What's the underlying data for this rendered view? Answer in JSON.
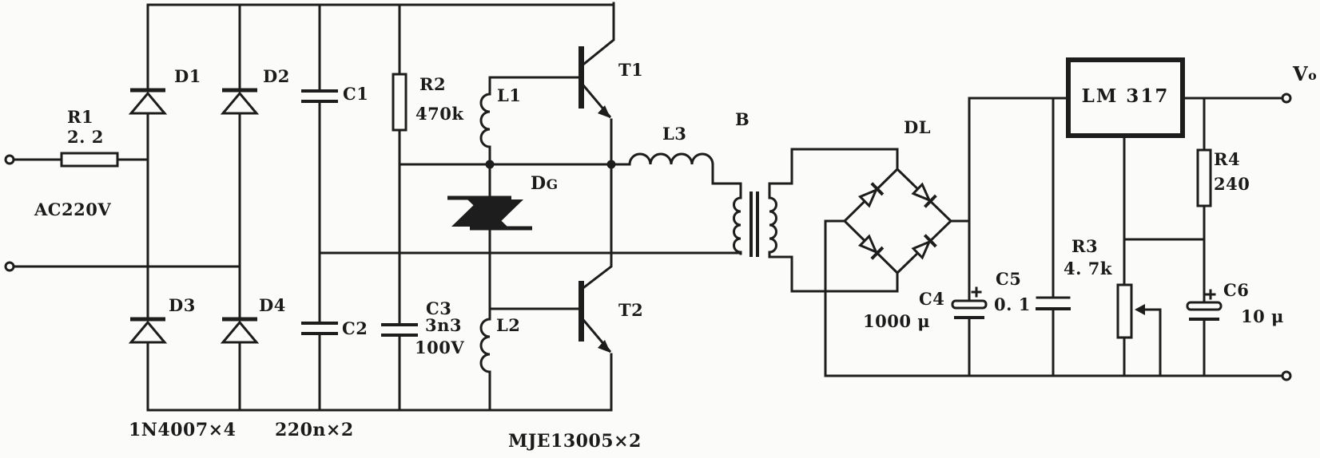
{
  "diagram": {
    "kind": "circuit-schematic",
    "description": "Electronic transformer style power supply: mains bridge rectifier, half-bridge self-oscillating inverter (MJE13005 pair with diac trigger), isolation transformer, secondary bridge and LM317 adjustable regulator output"
  },
  "colors": {
    "ink": "#1d1d1d",
    "background": "#fbfbf9"
  },
  "labels": {
    "r1": "R1",
    "r1_value": "2. 2",
    "ac_input": "AC220V",
    "d1": "D1",
    "d2": "D2",
    "d3": "D3",
    "d4": "D4",
    "c1": "C1",
    "c2": "C2",
    "r2": "R2",
    "r2_value": "470k",
    "c3": "C3",
    "c3_value": "3n3",
    "c3_voltage": "100V",
    "l1": "L1",
    "l2": "L2",
    "l3": "L3",
    "dg_d": "D",
    "dg_g": "G",
    "t1": "T1",
    "t2": "T2",
    "b": "B",
    "dl": "DL",
    "c4": "C4",
    "c4_value": "1000 μ",
    "c5": "C5",
    "c5_value": "0. 1",
    "r3": "R3",
    "r3_value": "4. 7k",
    "r4": "R4",
    "r4_value": "240",
    "c6": "C6",
    "c6_value": "10 μ",
    "lm317": "LM 317",
    "vo_v": "V",
    "vo_o": "o",
    "note_diodes": "1N4007×4",
    "note_caps": "220n×2",
    "note_transistors": "MJE13005×2"
  }
}
